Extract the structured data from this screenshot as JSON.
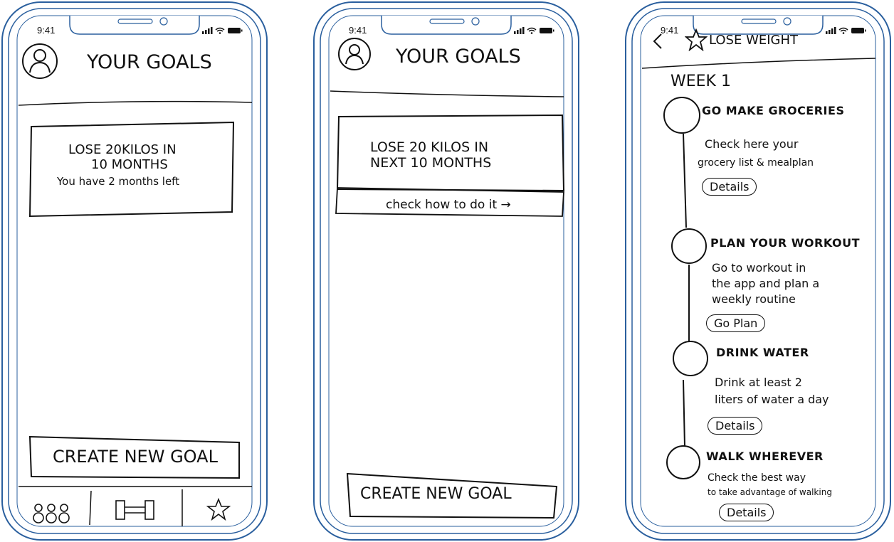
{
  "screens": [
    {
      "status": {
        "time": "9:41"
      },
      "header": {
        "title": "YOUR GOALS"
      },
      "goal_card": {
        "line1": "LOSE 20KILOS IN",
        "line2": "10 MONTHS",
        "subtitle": "You have 2 months left"
      },
      "create_button": {
        "label": "CREATE NEW GOAL"
      },
      "tab_bar": {
        "tabs": [
          "community-icon",
          "dumbbell-icon",
          "star-icon"
        ]
      }
    },
    {
      "status": {
        "time": "9:41"
      },
      "header": {
        "title": "YOUR GOALS"
      },
      "goal_card": {
        "line1": "LOSE 20 KILOS IN",
        "line2": "NEXT 10 MONTHS",
        "link": "check how to do it →"
      },
      "create_button": {
        "label": "CREATE NEW GOAL"
      }
    },
    {
      "status": {
        "time": "9:41"
      },
      "header": {
        "title": "LOSE WEIGHT"
      },
      "week_label": "WEEK 1",
      "steps": [
        {
          "title": "GO MAKE GROCERIES",
          "desc1": "Check here your",
          "desc2": "grocery list & mealplan",
          "desc3": "",
          "button": "Details"
        },
        {
          "title": "PLAN YOUR WORKOUT",
          "desc1": "Go to workout in",
          "desc2": "the app and plan a",
          "desc3": "weekly routine",
          "button": "Go Plan"
        },
        {
          "title": "DRINK WATER",
          "desc1": "Drink at least 2",
          "desc2": "liters of water a day",
          "desc3": "",
          "button": "Details"
        },
        {
          "title": "WALK WHEREVER",
          "desc1": "Check the best way",
          "desc2": "to take advantage of walking",
          "desc3": "",
          "button": "Details"
        }
      ]
    }
  ]
}
